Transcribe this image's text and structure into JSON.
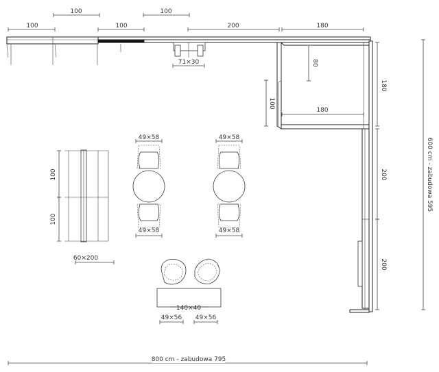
{
  "labels": {
    "top_100_a": "100",
    "top_100_b": "100",
    "top_100_c": "100",
    "top_100_d": "100",
    "top_200": "200",
    "top_180": "180",
    "item_71x30": "71×30",
    "dim_80": "80",
    "dim_180_v": "180",
    "dim_100_v": "100",
    "dim_180_h": "180",
    "chair_49x58_a": "49×58",
    "chair_49x58_b": "49×58",
    "chair_49x58_c": "49×58",
    "chair_49x58_d": "49×58",
    "left_100_a": "100",
    "left_100_b": "100",
    "bench_60x200": "60×200",
    "right_200_a": "200",
    "right_200_b": "200",
    "total_height": "600 cm - zabudowa 595",
    "bench_140x40": "140×40",
    "chair_49x56_a": "49×56",
    "chair_49x56_b": "49×56",
    "total_width": "800 cm - zabudowa 795"
  }
}
